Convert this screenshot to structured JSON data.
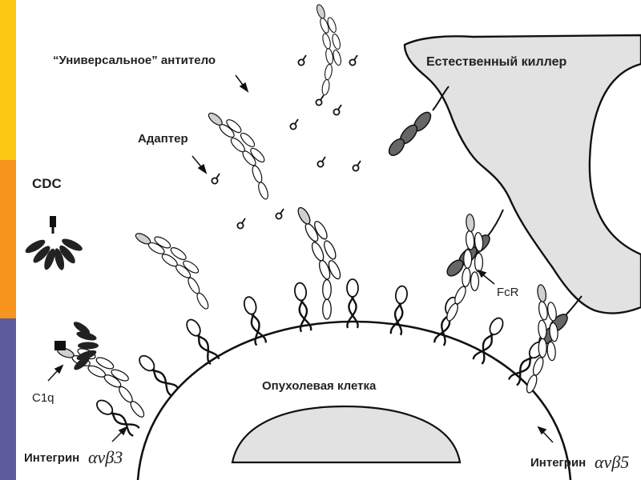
{
  "colors": {
    "stripe_top": "#fdc814",
    "stripe_middle": "#f7941d",
    "stripe_bottom": "#5b5b9e",
    "nk_cell_fill": "#e2e2e2",
    "receptor_dark": "#666666",
    "line": "#111111"
  },
  "labels": {
    "universal_antibody": "“Универсальное” антитело",
    "adapter": "Адаптер",
    "cdc": "CDC",
    "c1q": "C1q",
    "nk_cell": "Естественный киллер",
    "fcr": "FcR",
    "tumor_cell": "Опухолевая клетка",
    "integrin_left_word": "Интегрин",
    "integrin_left_greek": "αvβ3",
    "integrin_right_word": "Интегрин",
    "integrin_right_greek": "αvβ5"
  },
  "icons": [
    "antibody-icon",
    "adapter-molecule-icon",
    "c1q-complement-icon",
    "integrin-receptor-icon",
    "fc-receptor-icon"
  ]
}
